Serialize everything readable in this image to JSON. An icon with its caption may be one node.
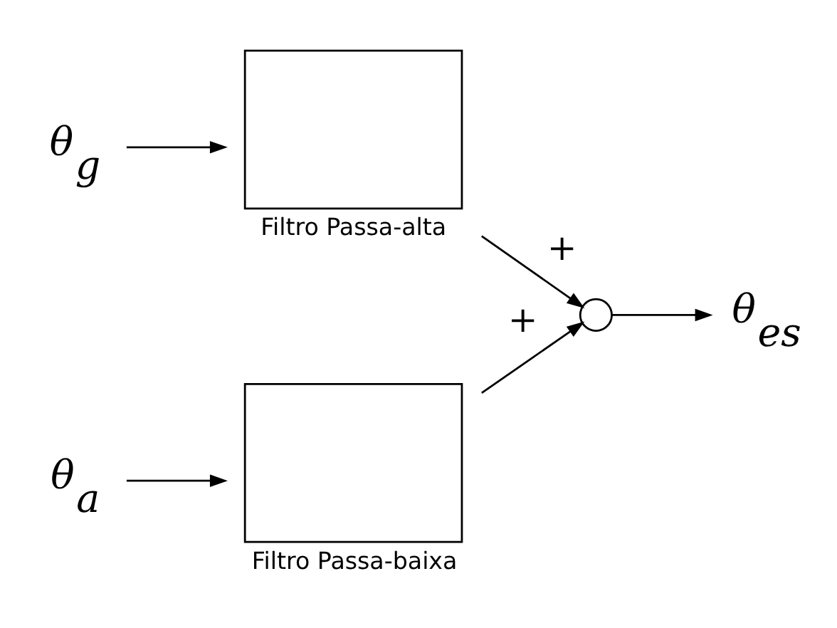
{
  "diagram": {
    "nodes": [
      {
        "text": [
          "θ$_{g}$"
        ]
      },
      {
        "text": [],
        "shape": "box",
        "beside": [
          "Filtro Passa-alta"
        ]
      },
      {
        "text": [
          "θ$_{a}$"
        ]
      },
      {
        "text": [],
        "shape": "box",
        "beside": [
          "Filtro Passa-baixa"
        ]
      },
      {
        "text": [],
        "shape": "circle"
      },
      {
        "text": [
          "θ$_{es}$"
        ]
      }
    ],
    "edges": [
      {
        "from": 0,
        "to": 1,
        "arrow": "to"
      },
      {
        "from": 2,
        "to": 3,
        "arrow": "to"
      },
      {
        "from": 1,
        "to": 4,
        "arrow": "to",
        "label": "+"
      },
      {
        "from": 3,
        "to": 4,
        "arrow": "to",
        "label": "+"
      },
      {
        "from": 4,
        "to": 5,
        "arrow": "to"
      }
    ]
  }
}
